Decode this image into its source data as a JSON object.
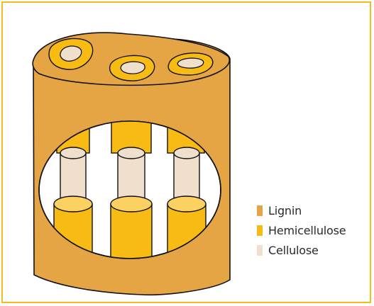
{
  "colors": {
    "lignin": "#e5a544",
    "hemicellulose": "#f7bb14",
    "hemicellulose_light": "#fcd061",
    "cellulose": "#efdfcc",
    "outline": "#111111",
    "frame": "#f2bc19"
  },
  "legend": {
    "items": [
      {
        "label": "Lignin",
        "color": "#e5a544"
      },
      {
        "label": "Hemicellulose",
        "color": "#f7bb14"
      },
      {
        "label": "Cellulose",
        "color": "#efdfcc"
      }
    ]
  }
}
